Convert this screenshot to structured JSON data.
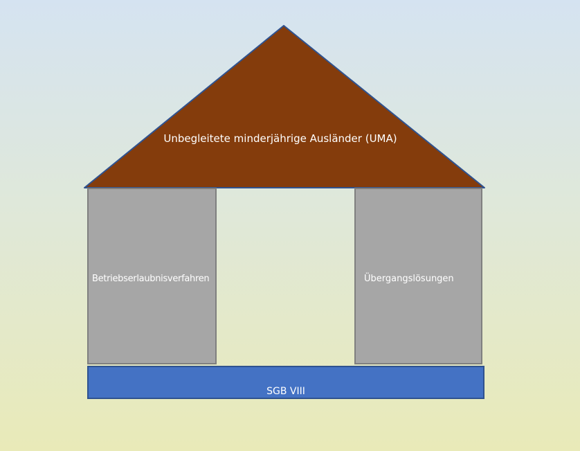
{
  "diagram": {
    "roof": {
      "label": "Unbegleitete minderjährige Ausländer (UMA)",
      "color": "#843c0c"
    },
    "pillars": [
      {
        "label": "Betriebserlaubnisverfahren",
        "color": "#a6a6a6"
      },
      {
        "label": "Übergangslösungen",
        "color": "#a6a6a6"
      }
    ],
    "foundation": {
      "label": "SGB VIII",
      "color": "#4472c4"
    }
  }
}
